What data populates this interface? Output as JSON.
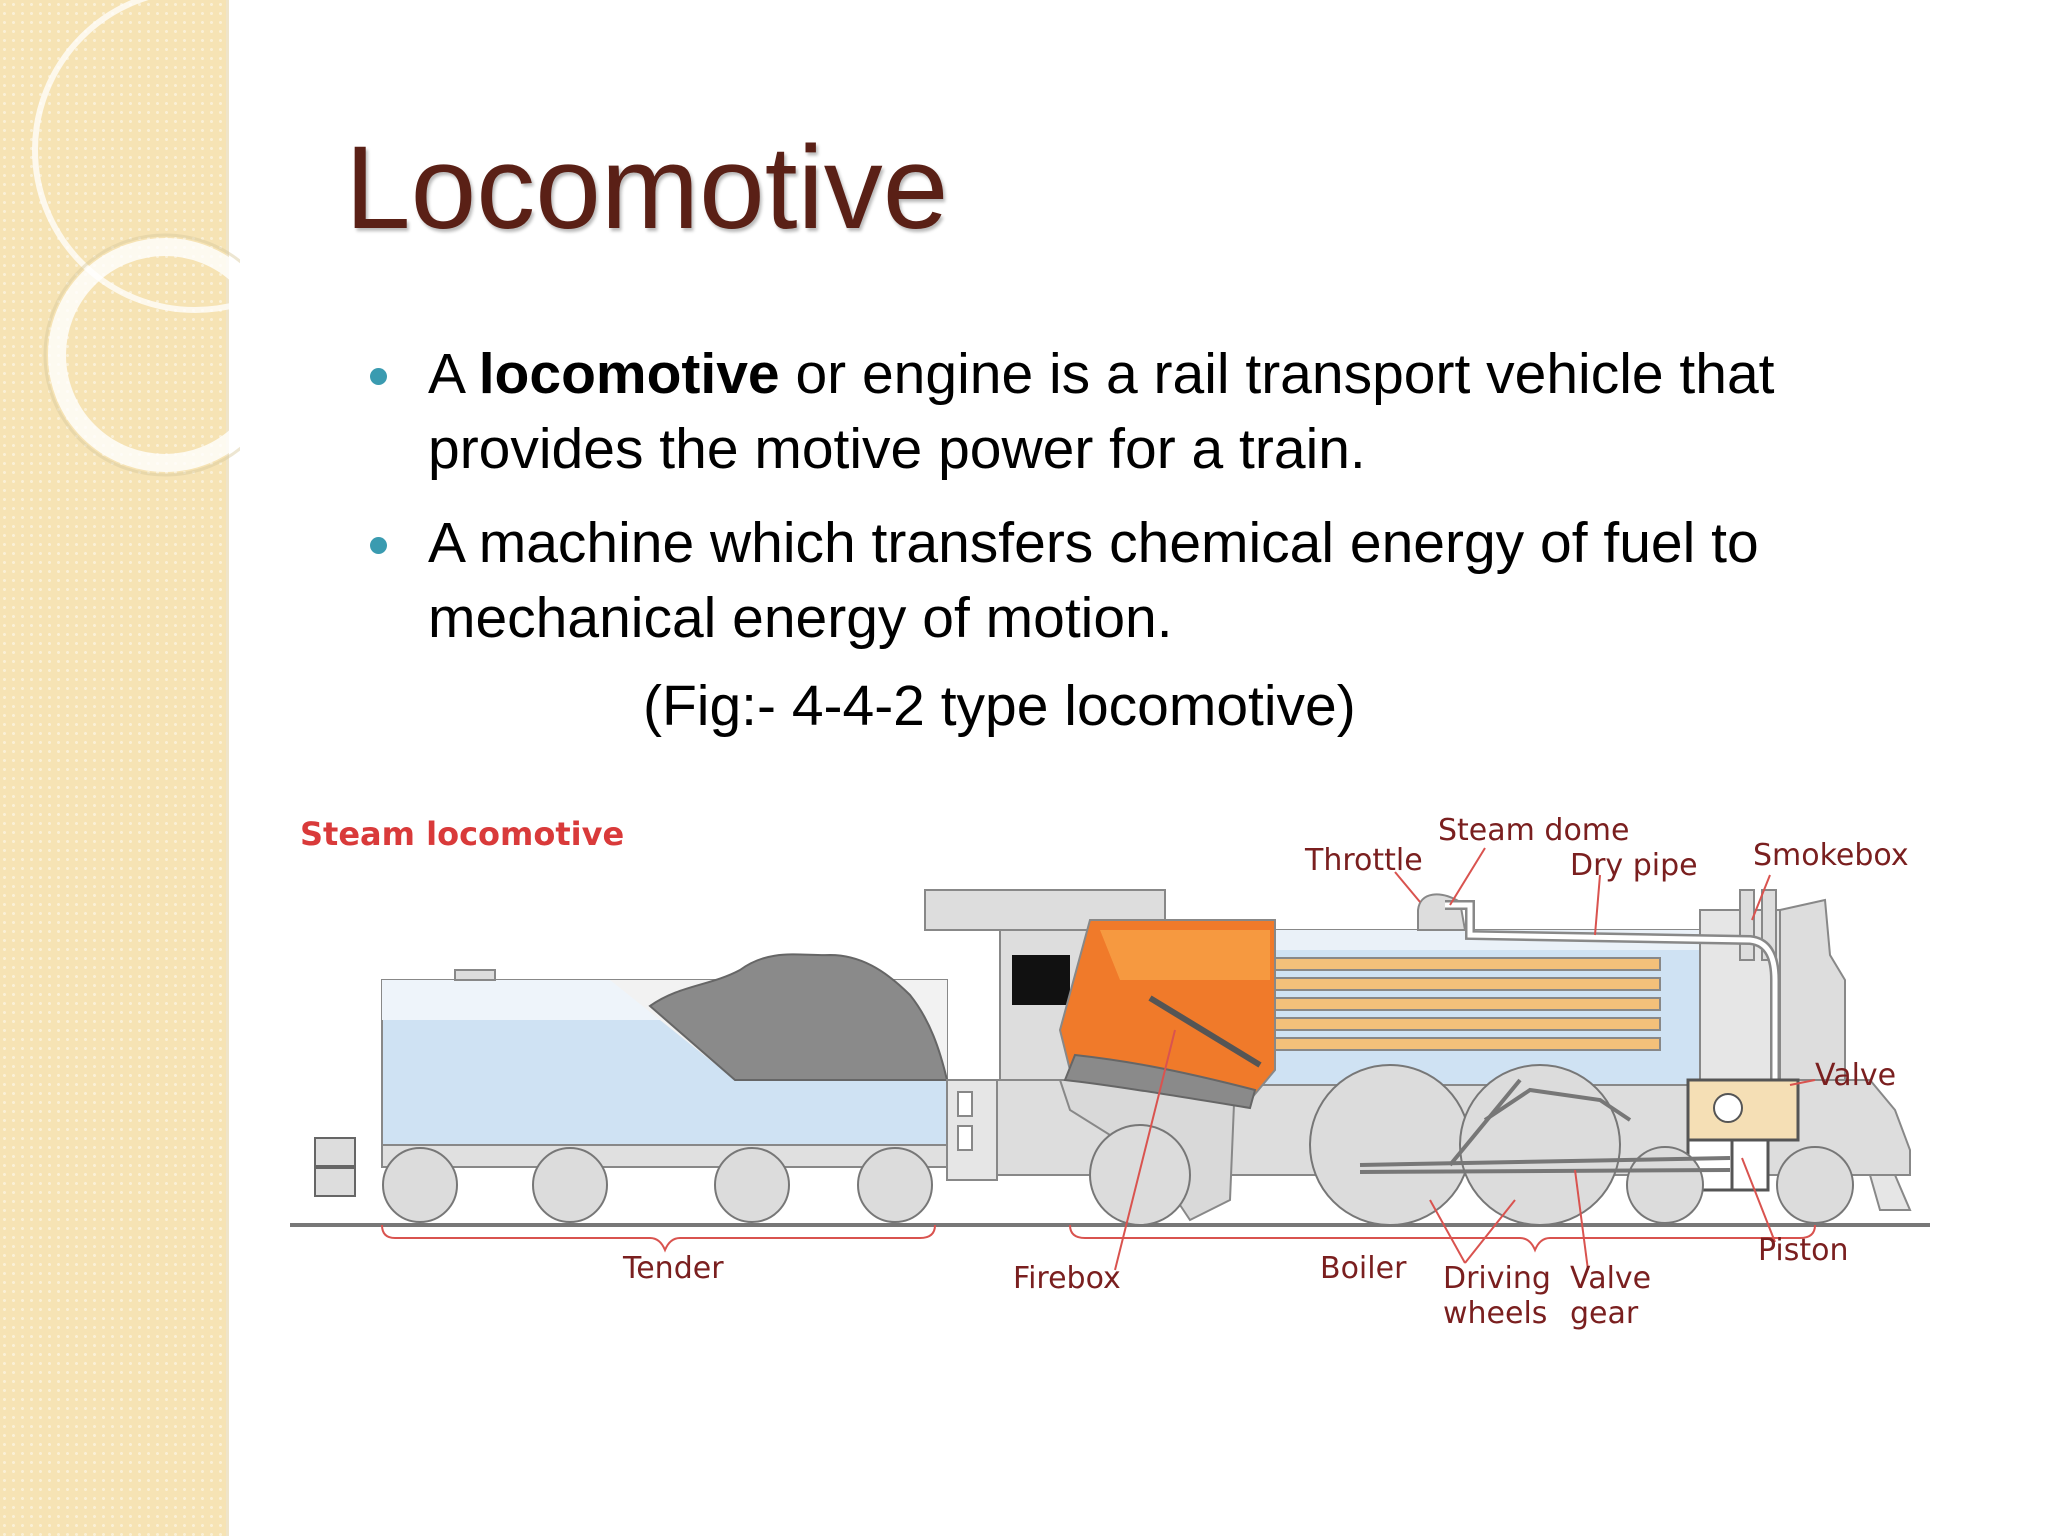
{
  "slide": {
    "title": "Locomotive",
    "bullets": [
      {
        "prefix": "A ",
        "bold": "locomotive",
        "suffix": " or engine is a rail transport vehicle that provides the motive power for a train."
      },
      {
        "text": "A machine which transfers chemical energy of fuel to mechanical energy of motion."
      }
    ],
    "caption": "(Fig:- 4-4-2 type locomotive)"
  },
  "diagram": {
    "title": "Steam locomotive",
    "labels": {
      "throttle": "Throttle",
      "steam_dome": "Steam dome",
      "dry_pipe": "Dry pipe",
      "smokebox": "Smokebox",
      "valve": "Valve",
      "piston": "Piston",
      "tender": "Tender",
      "firebox": "Firebox",
      "boiler": "Boiler",
      "driving_wheels_1": "Driving",
      "driving_wheels_2": "wheels",
      "valve_gear_1": "Valve",
      "valve_gear_2": "gear"
    }
  },
  "colors": {
    "title": "#5a2016",
    "bullet_dot": "#3a9bb0",
    "sidebar": "#f6e3b4",
    "label": "#7a1f1f",
    "label_title": "#d93a3a",
    "water": "#cfe2f3",
    "fire": "#f07a2a",
    "body": "#dddddd"
  }
}
